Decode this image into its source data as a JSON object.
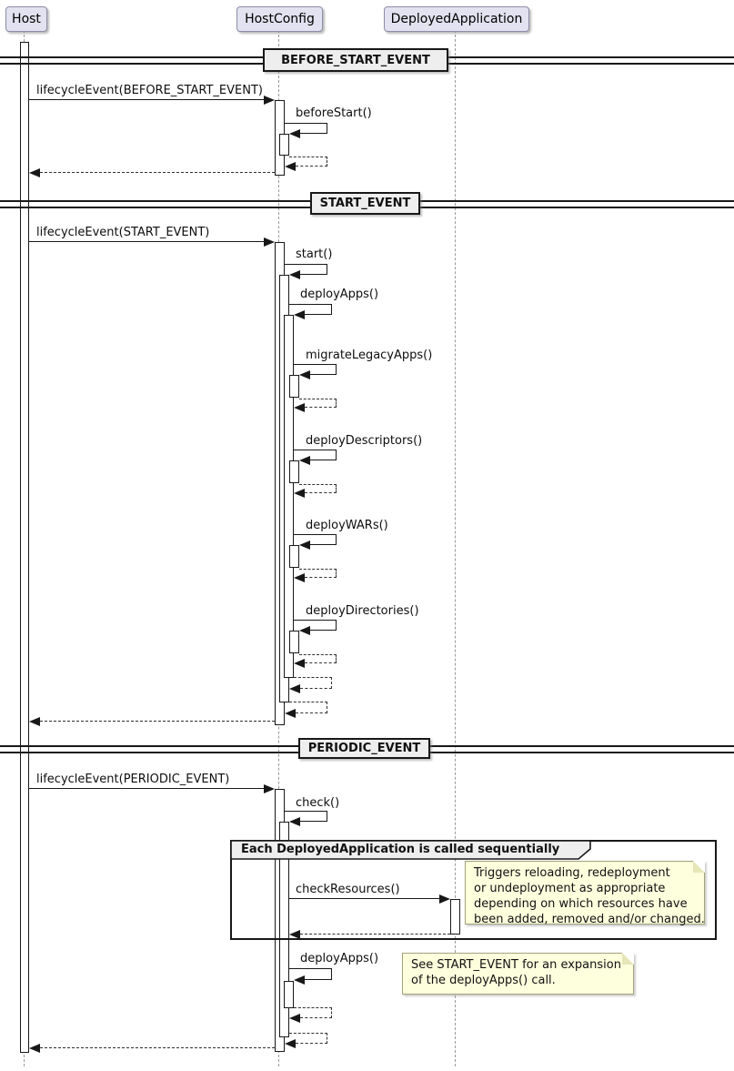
{
  "participants": [
    {
      "name": "Host"
    },
    {
      "name": "HostConfig"
    },
    {
      "name": "DeployedApplication"
    }
  ],
  "dividers": [
    "BEFORE_START_EVENT",
    "START_EVENT",
    "PERIODIC_EVENT"
  ],
  "messages": {
    "lifecycle_before_start": "lifecycleEvent(BEFORE_START_EVENT)",
    "before_start": "beforeStart()",
    "lifecycle_start": "lifecycleEvent(START_EVENT)",
    "start": "start()",
    "deploy_apps": "deployApps()",
    "migrate_legacy_apps": "migrateLegacyApps()",
    "deploy_descriptors": "deployDescriptors()",
    "deploy_wars": "deployWARs()",
    "deploy_directories": "deployDirectories()",
    "lifecycle_periodic": "lifecycleEvent(PERIODIC_EVENT)",
    "check": "check()",
    "check_resources": "checkResources()",
    "deploy_apps_periodic": "deployApps()"
  },
  "group": {
    "title": "Each DeployedApplication is called sequentially"
  },
  "notes": {
    "note1_lines": [
      "Triggers reloading, redeployment",
      "or undeployment as appropriate",
      "depending on which resources have",
      "been added, removed and/or changed."
    ],
    "note2_lines": [
      "See START_EVENT for an expansion",
      "of the deployApps() call."
    ]
  },
  "colors": {
    "participant_fill": "#E2E2F0",
    "divider_fill": "#EEEEEE",
    "note_fill": "#FEFFDD",
    "line": "#181818",
    "lifeline": "#9A9A9A"
  }
}
